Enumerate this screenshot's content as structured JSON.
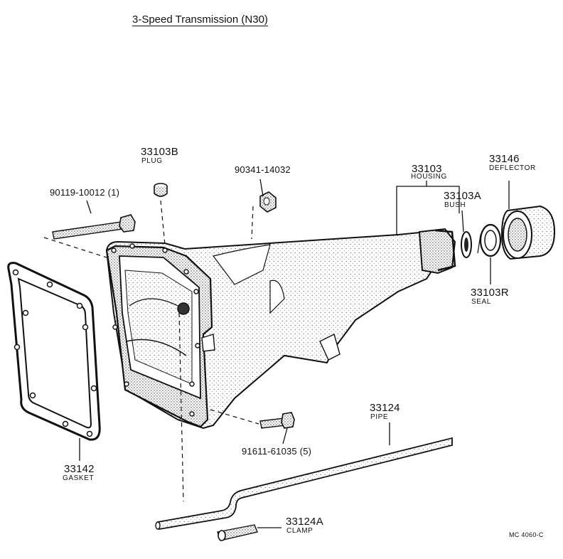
{
  "title": "3-Speed Transmission (N30)",
  "reference": "MC 4060-C",
  "callouts": {
    "plug": {
      "number": "33103B",
      "name": "PLUG"
    },
    "nut": {
      "number": "90341-14032"
    },
    "housing": {
      "number": "33103",
      "name": "HOUSING"
    },
    "deflector": {
      "number": "33146",
      "name": "DEFLECTOR"
    },
    "bush": {
      "number": "33103A",
      "name": "BUSH"
    },
    "bolt_top": {
      "number": "90119-10012 (1)"
    },
    "seal": {
      "number": "33103R",
      "name": "SEAL"
    },
    "pipe": {
      "number": "33124",
      "name": "PIPE"
    },
    "bolt_bottom": {
      "number": "91611-61035 (5)"
    },
    "gasket": {
      "number": "33142",
      "name": "GASKET"
    },
    "clamp": {
      "number": "33124A",
      "name": "CLAMP"
    }
  },
  "colors": {
    "ink": "#111111",
    "paper": "#ffffff",
    "stipple": "#bdbdbd"
  }
}
